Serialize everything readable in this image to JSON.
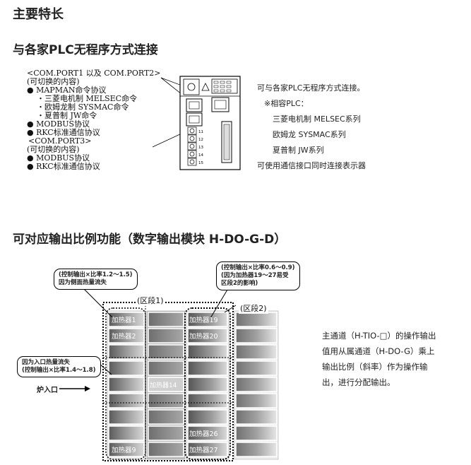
{
  "main_title": "主要特长",
  "section1": {
    "title": "与各家PLC无程序方式连接",
    "diagram": {
      "port12_header": "<COM.PORT1 以及 COM.PORT2>",
      "port12_switchable": "(可切换的内容)",
      "port12_items": [
        "● MAPMAN命令协议",
        "・三菱电机制 MELSEC命令",
        "・欧姆龙制 SYSMAC命令",
        "・夏普制 JW命令",
        "● MODBUS协议",
        "● RKC标准通信协议"
      ],
      "port3_header": "<COM.PORT3>",
      "port3_switchable": "(可切换的内容)",
      "port3_items": [
        "● MODBUS协议",
        "● RKC标准通信协议"
      ],
      "terminal_numbers": [
        "11",
        "12",
        "13",
        "14",
        "15"
      ]
    },
    "description": {
      "line1": "可与各家PLC无程序方式连接。",
      "line2": "※相容PLC：",
      "plc_list": [
        "三菱电机制 MELSEC系列",
        "欧姆龙 SYSMAC系列",
        "夏普制 JW系列"
      ],
      "line3": "可使用通信接口同时连接表示器"
    }
  },
  "section2": {
    "title": "可对应输出比例功能（数字输出模块 H-DO-G-D）",
    "callout_left_top": [
      "(控制输出×比率1.2〜1.5)",
      "因为侧面热量流失"
    ],
    "callout_right_top": [
      "(控制输出×比率0.6〜0.9)",
      "(因为加热器19〜27易受",
      "区段2的影响)"
    ],
    "callout_left_mid": [
      "因为入口热量流失",
      "(控制输出×比率1.4〜1.8)"
    ],
    "zone1_label": "(区段1)",
    "zone2_label": "(区段2)",
    "furnace_entrance": "炉入口",
    "heater_labels": {
      "h1": "加热器1",
      "h2": "加热器2",
      "h9": "加热器9",
      "h14": "加热器14",
      "h19": "加热器19",
      "h20": "加热器20",
      "h26": "加热器26",
      "h27": "加热器27"
    },
    "description": "主通道（H-TIO-□）的操作输出值用从属通道（H-DO-G）乘上输出比例（斜率）作为操作输出，进行分配输出。",
    "description_lines": [
      "主通道（H-TIO-□）的操作输出",
      "值用从属通道（H-DO-G）乘上",
      "输出比例（斜率）作为操作输",
      "出，进行分配输出。"
    ]
  }
}
